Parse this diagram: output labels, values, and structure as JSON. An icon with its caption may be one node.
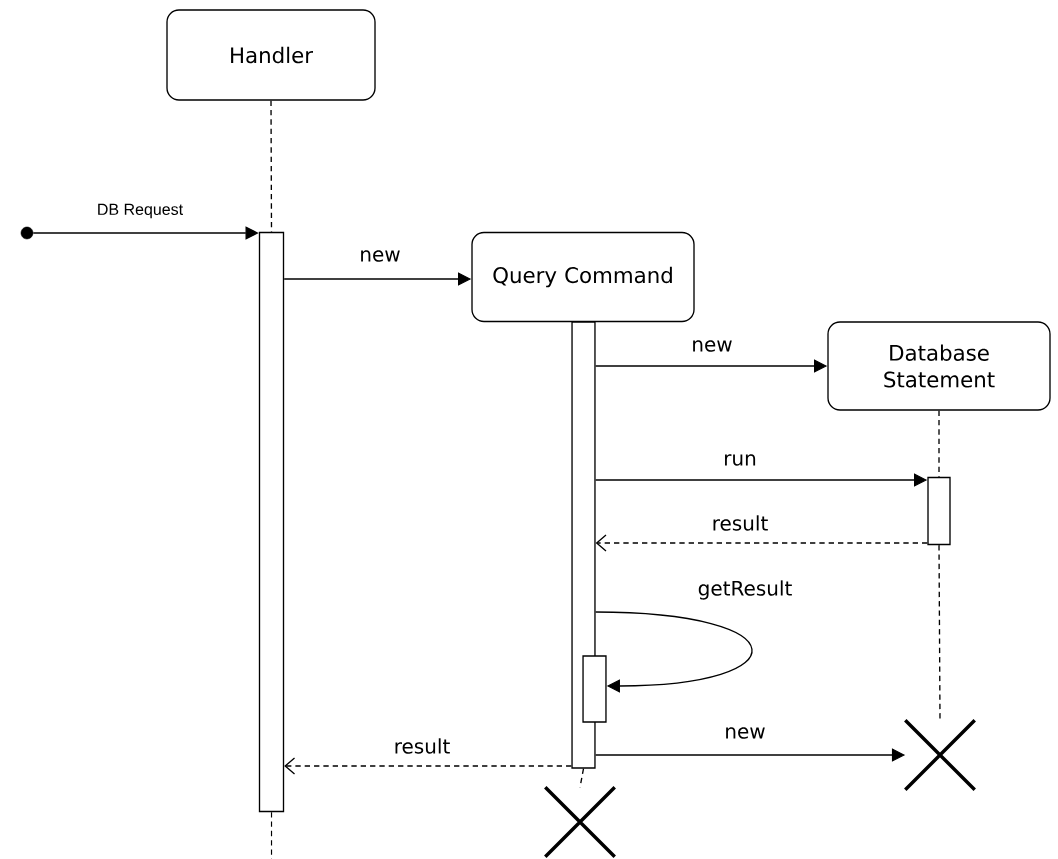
{
  "diagram": {
    "nodes": [
      {
        "text": [
          "Handler"
        ]
      },
      {
        "text": [
          "Query Command"
        ]
      },
      {
        "text": [
          "Database Statement"
        ]
      },
      {
        "text": [],
        "shape": "circle"
      },
      {
        "text": [],
        "shape": "bar"
      },
      {
        "text": [],
        "shape": "bar"
      },
      {
        "text": [],
        "shape": "bar"
      },
      {
        "text": [],
        "shape": "bar"
      },
      {
        "text": [],
        "shape": "cross"
      },
      {
        "text": [],
        "shape": "cross"
      }
    ],
    "edges": [
      {
        "from": 3,
        "to": 4,
        "arrow": "to",
        "label": "DB Request"
      },
      {
        "from": 0,
        "to": 4,
        "arrow": "none",
        "style": "dashed"
      },
      {
        "from": 4,
        "to": 1,
        "arrow": "to",
        "label": "new"
      },
      {
        "from": 5,
        "to": 2,
        "arrow": "to",
        "label": "new"
      },
      {
        "from": 2,
        "to": 6,
        "arrow": "none",
        "style": "dashed"
      },
      {
        "from": 5,
        "to": 6,
        "arrow": "to",
        "label": "run"
      },
      {
        "from": 6,
        "to": 5,
        "arrow": "to",
        "label": "result",
        "style": "dashed"
      },
      {
        "from": 5,
        "to": 7,
        "arrow": "to",
        "label": "getResult"
      },
      {
        "from": 6,
        "to": 9,
        "arrow": "none",
        "style": "dashed"
      },
      {
        "from": 5,
        "to": 9,
        "arrow": "to",
        "label": "new"
      },
      {
        "from": 5,
        "to": 4,
        "arrow": "to",
        "label": "result",
        "style": "dashed"
      },
      {
        "from": 5,
        "to": 8,
        "arrow": "none",
        "style": "dashed"
      }
    ]
  }
}
